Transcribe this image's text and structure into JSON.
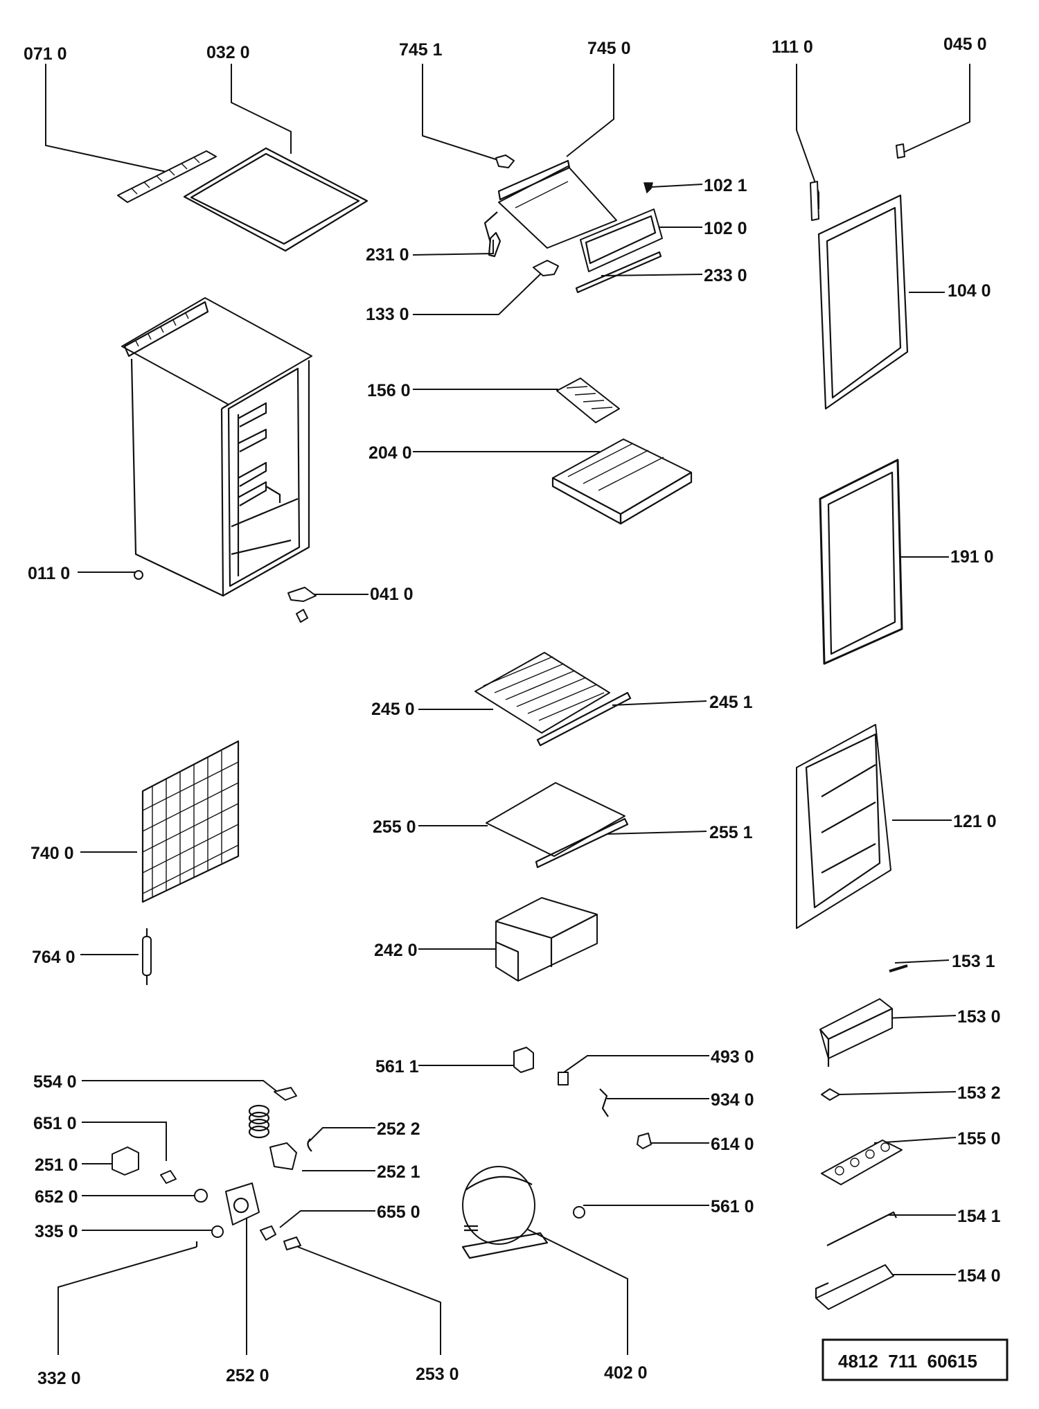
{
  "labels": {
    "071_0": "071 0",
    "032_0": "032 0",
    "745_1": "745 1",
    "745_0": "745 0",
    "111_0": "111 0",
    "045_0": "045 0",
    "102_1": "102 1",
    "102_0": "102 0",
    "231_0": "231 0",
    "233_0": "233 0",
    "133_0": "133 0",
    "104_0": "104 0",
    "156_0": "156 0",
    "204_0": "204 0",
    "191_0": "191 0",
    "011_0": "011 0",
    "041_0": "041 0",
    "245_0": "245 0",
    "245_1": "245 1",
    "121_0": "121 0",
    "255_0": "255 0",
    "255_1": "255 1",
    "740_0": "740 0",
    "242_0": "242 0",
    "764_0": "764 0",
    "153_1": "153 1",
    "153_0": "153 0",
    "561_1": "561 1",
    "493_0": "493 0",
    "554_0": "554 0",
    "934_0": "934 0",
    "153_2": "153 2",
    "651_0": "651 0",
    "252_2": "252 2",
    "614_0": "614 0",
    "155_0": "155 0",
    "251_0": "251 0",
    "252_1": "252 1",
    "652_0": "652 0",
    "655_0": "655 0",
    "561_0": "561 0",
    "154_1": "154 1",
    "335_0": "335 0",
    "154_0": "154 0",
    "332_0": "332 0",
    "252_0": "252 0",
    "253_0": "253 0",
    "402_0": "402 0"
  },
  "document_number": "4812  711  60615"
}
